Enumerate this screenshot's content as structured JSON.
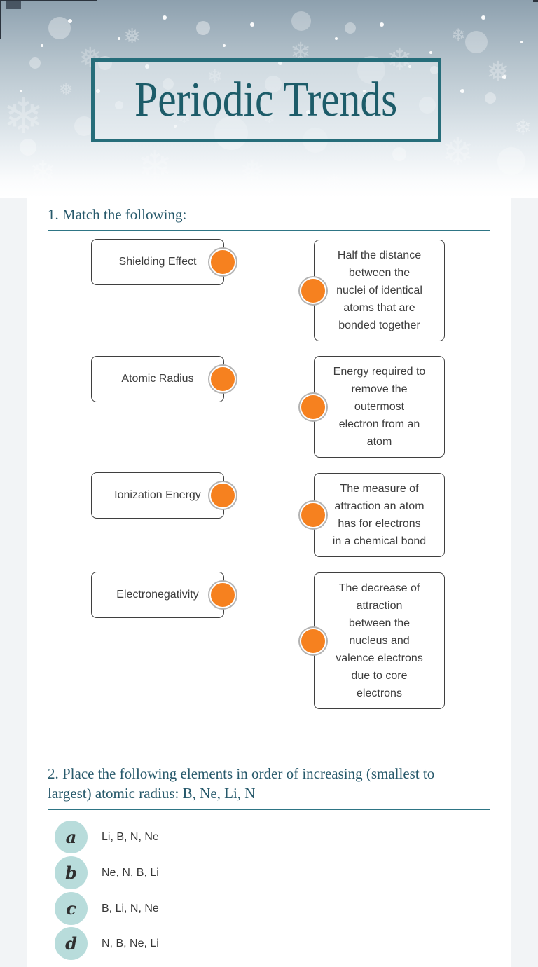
{
  "banner": {
    "title": "Periodic Trends"
  },
  "q1": {
    "heading": "1. Match the following:",
    "left_terms": [
      "Shielding Effect",
      "Atomic Radius",
      "Ionization Energy",
      "Electronegativity"
    ],
    "right_definitions": [
      "Half the distance\nbetween the\nnuclei of identical\natoms that are\nbonded together",
      "Energy required to\nremove the\noutermost\nelectron from an\natom",
      "The measure of\nattraction an atom\nhas for electrons\nin a chemical bond",
      "The decrease of\nattraction\nbetween the\nnucleus and\nvalence electrons\ndue to core\nelectrons"
    ]
  },
  "q2": {
    "heading": "2. Place the following elements in order of increasing (smallest to\nlargest) atomic radius:  B, Ne, Li, N",
    "options": [
      {
        "letter": "a",
        "text": "Li, B, N, Ne"
      },
      {
        "letter": "b",
        "text": "Ne, N, B, Li"
      },
      {
        "letter": "c",
        "text": "B, Li, N, Ne"
      },
      {
        "letter": "d",
        "text": "N, B, Ne, Li"
      }
    ]
  },
  "colors": {
    "heading_teal": "#27596b",
    "title_teal": "#1d5c69",
    "rule_teal": "#2e7585",
    "box_border_teal": "#266d7a",
    "connector_orange": "#f6811f",
    "connector_ring_gray": "#b3b3b3",
    "option_circle_teal": "#b8dcdb",
    "page_background": "#f2f4f6"
  }
}
